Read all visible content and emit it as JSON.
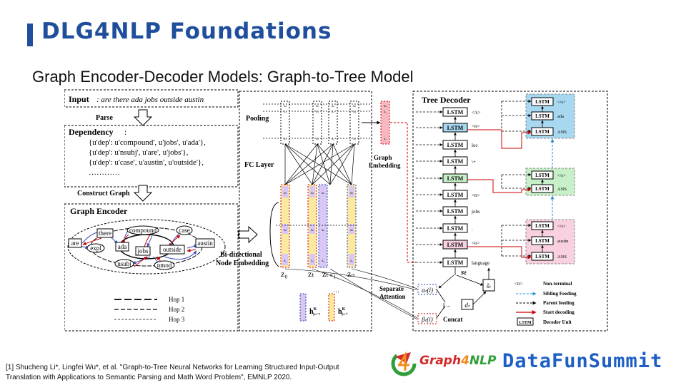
{
  "slide": {
    "title": "DLG4NLP Foundations",
    "subtitle": "Graph Encoder-Decoder Models: Graph-to-Tree Model"
  },
  "left": {
    "input_label": "Input",
    "input_text": ": are there ada jobs outside austin",
    "parse": "Parse",
    "dependency_label": "Dependency",
    "dependency_colon": ":",
    "dep_lines": [
      "{u'dep': u'compound', u'jobs', u'ada'},",
      "{u'dep': u'nsubj', u'are', u'jobs'},",
      "{u'dep': u'case', u'austin', u'outside'},",
      "…………"
    ],
    "construct_graph": "Construct Graph",
    "graph_encoder": "Graph Encoder",
    "nodes": [
      "are",
      "expl",
      "there",
      "ada",
      "compound",
      "jobs",
      "case",
      "outside",
      "austin",
      "nsubj",
      "nmod"
    ],
    "hops": [
      "Hop 1",
      "Hop 2",
      "Hop 3"
    ]
  },
  "middle": {
    "pooling": "Pooling",
    "fc_layer": "FC Layer",
    "graph_embedding": [
      "Graph",
      "Embedding"
    ],
    "bi_node": [
      "Bi-directional",
      "Node Embedding"
    ],
    "z_labels": [
      "z₀",
      "zₜ",
      "zₜ₊₁",
      "zₙ"
    ],
    "cell_labels": {
      "x1": "x₁",
      "xn": "xₙ",
      "xr": "xᵣ",
      "dots": "·"
    },
    "legend_h1": "h",
    "legend_h2": "h",
    "legend_sup": "K",
    "legend_sub1": "⊢⁻¹",
    "legend_sub2": "⊢⁺",
    "separate_attention": [
      "Separate",
      "Attention"
    ],
    "ellipsis": "…",
    "concat": "Concat",
    "alpha": "αₜ(i)",
    "beta": "βₜ(i)",
    "s_hat": "s̃ₜ",
    "d_t": "dₜ",
    "s_t": "sₜ",
    "concat_sym": "||→"
  },
  "decoder": {
    "title": "Tree Decoder",
    "lstm": "LSTM",
    "main_tokens": [
      "</s>",
      "<n>",
      "loc",
      "\\+",
      "",
      "<n>",
      "jobs",
      ".",
      "<n>",
      "language"
    ],
    "box1_tokens": [
      "</s>",
      "ada",
      "ANS"
    ],
    "box2_tokens": [
      "</s>",
      "ANS"
    ],
    "box3_tokens": [
      "</s>",
      "austin",
      "ANS"
    ],
    "legend": [
      "Non-terminal",
      "Sibling Feeding",
      "Parent feeding",
      "Start decoding",
      "Decoder Unit"
    ],
    "legend_nt": "<n>",
    "legend_lstm": "LSTM"
  },
  "footer": {
    "ref_line1": "[1] Shucheng Li*, Lingfei Wu*, et al. \"Graph-to-Tree Neural Networks for Learning Structured Input-Output",
    "ref_line2": "Translation with Applications to Semantic Parsing and Math Word Problem\", EMNLP 2020.",
    "logo_text_a": "Graph",
    "logo_text_b": "4",
    "logo_text_c": "NLP",
    "summit": "DataFunSummit"
  },
  "colors": {
    "brand_blue": "#1f4e9c",
    "summit_blue": "#1f5fc4",
    "logo_green": "#2e9e3a",
    "logo_red": "#d42a2a",
    "logo_orange": "#f28c1e"
  }
}
